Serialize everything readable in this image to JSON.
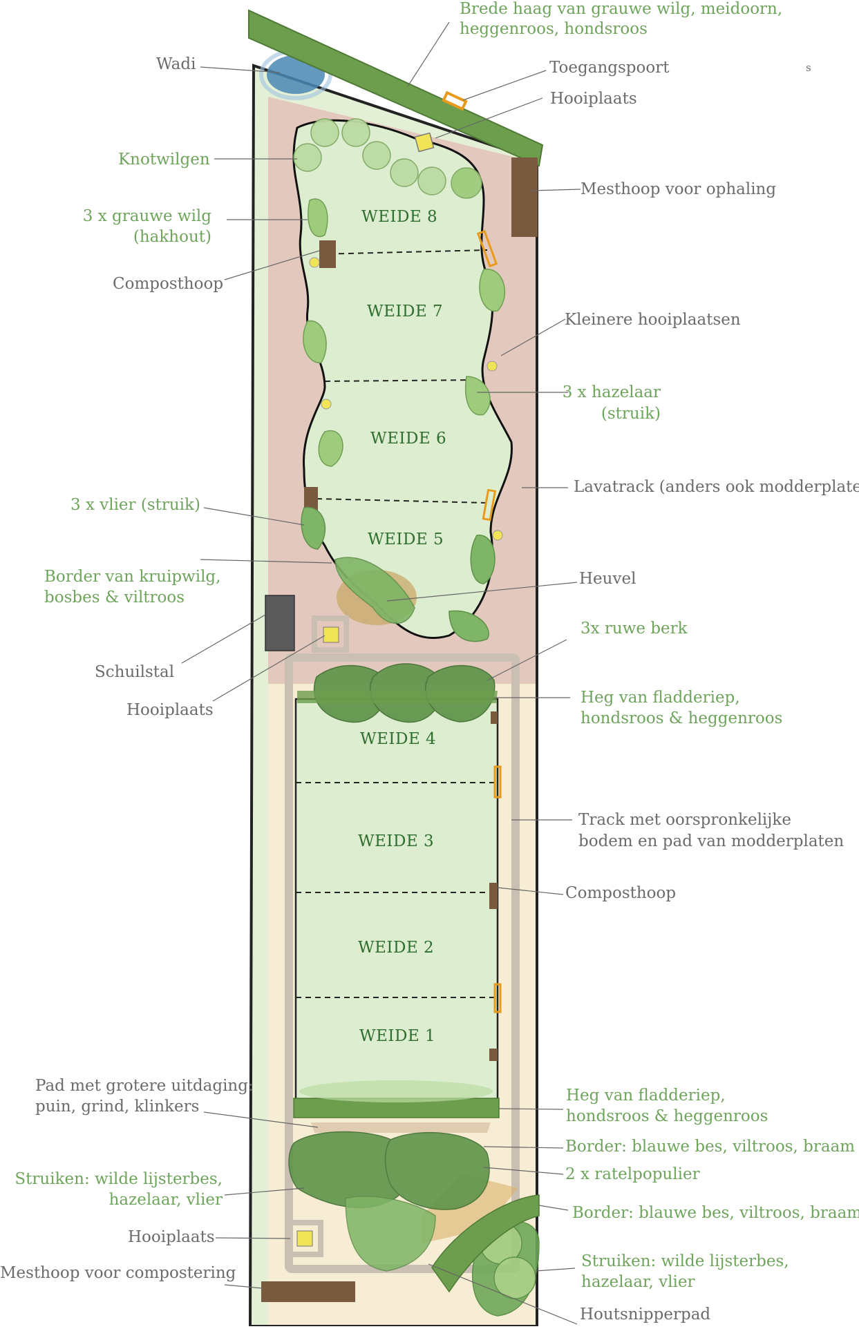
{
  "fields": {
    "weide8": "WEIDE 8",
    "weide7": "WEIDE 7",
    "weide6": "WEIDE 6",
    "weide5": "WEIDE 5",
    "weide4": "WEIDE 4",
    "weide3": "WEIDE 3",
    "weide2": "WEIDE 2",
    "weide1": "WEIDE 1"
  },
  "labels": {
    "haag_line1": "Brede haag van grauwe wilg, meidoorn,",
    "haag_line2": "heggenroos, hondsroos",
    "wadi": "Wadi",
    "toegangspoort": "Toegangspoort",
    "hooiplaats_top": "Hooiplaats",
    "stray_s": "s",
    "knotwilgen": "Knotwilgen",
    "mesthoop_ophaling": "Mesthoop voor ophaling",
    "grauwe_wilg_line1": "3 x grauwe wilg",
    "grauwe_wilg_line2": "(hakhout)",
    "composthoop_left": "Composthoop",
    "kleinere_hooiplaatsen": "Kleinere hooiplaatsen",
    "hazelaar_line1": "3 x hazelaar",
    "hazelaar_line2": "(struik)",
    "lavatrack": "Lavatrack (anders ook modderplaten)",
    "vlier": "3 x vlier (struik)",
    "border_kruipwilg_line1": "Border van kruipwilg,",
    "border_kruipwilg_line2": "bosbes & viltroos",
    "heuvel": "Heuvel",
    "ruwe_berk": "3x ruwe berk",
    "schuilstal": "Schuilstal",
    "heg_top_line1": "Heg van fladderiep,",
    "heg_top_line2": "hondsroos & heggenroos",
    "hooiplaats_mid": "Hooiplaats",
    "track_line1": "Track met oorspronkelijke",
    "track_line2": "bodem en pad van modderplaten",
    "composthoop_right": "Composthoop",
    "pad_line1": "Pad met grotere uitdaging:",
    "pad_line2": "puin, grind, klinkers",
    "heg_bottom_line1": "Heg van fladderiep,",
    "heg_bottom_line2": "hondsroos & heggenroos",
    "border_bes_1": "Border: blauwe bes, viltroos, braam",
    "ratelpopulier": "2 x ratelpopulier",
    "struiken_left_line1": "Struiken: wilde lijsterbes,",
    "struiken_left_line2": "hazelaar, vlier",
    "border_bes_2": "Border: blauwe bes, viltroos, braam",
    "hooiplaats_bottom": "Hooiplaats",
    "struiken_right_line1": "Struiken: wilde lijsterbes,",
    "struiken_right_line2": "hazelaar, vlier",
    "mesthoop_compostering": "Mesthoop voor compostering",
    "houtsnipperpad": "Houtsnipperpad"
  },
  "colors": {
    "outer_green": "#e4f0d6",
    "track_lava": "#e3c9bd",
    "track_light": "#f7ecd4",
    "meadow": "#ddedcf",
    "hedge": "#6d9e4e",
    "hedge_dark": "#4f8a3d",
    "shrub_light": "#9fcb7c",
    "compost": "#7a5a3e",
    "hay": "#f2e457",
    "gate": "#e89a1c",
    "water": "#4a88b5",
    "label_grey": "#6b6b6b",
    "label_green": "#6fa45c",
    "field_text": "#2f6e2f"
  }
}
